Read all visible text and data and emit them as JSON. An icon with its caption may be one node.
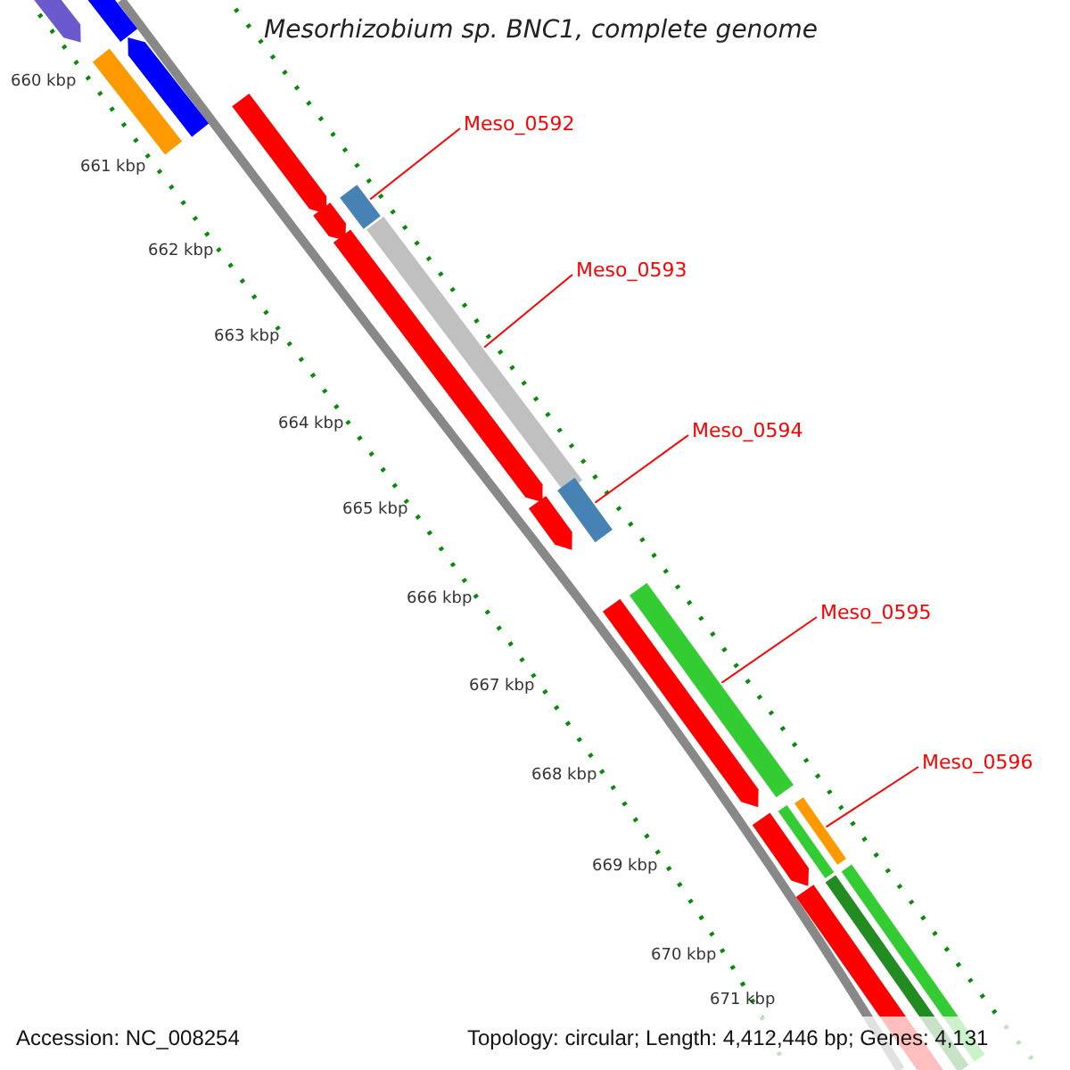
{
  "diagram": {
    "title": "Mesorhizobium sp. BNC1, complete genome",
    "nodes": [
      {
        "text": [
          "Meso_0592"
        ]
      },
      {
        "text": [
          "Meso_0593"
        ]
      },
      {
        "text": [
          "Meso_0594"
        ]
      },
      {
        "text": [
          "Meso_0595"
        ]
      },
      {
        "text": [
          "Meso_0596"
        ]
      },
      {
        "text": [],
        "shape": "bar"
      },
      {
        "text": [],
        "shape": "bar"
      },
      {
        "text": [],
        "shape": "bar"
      },
      {
        "text": [],
        "shape": "bar"
      },
      {
        "text": [],
        "shape": "bar"
      },
      {
        "text": [],
        "shape": "bar"
      },
      {
        "text": [],
        "shape": "bar"
      },
      {
        "text": [],
        "shape": "bar"
      },
      {
        "text": [],
        "shape": "bar"
      },
      {
        "text": [],
        "shape": "bar"
      },
      {
        "text": [],
        "shape": "bar"
      },
      {
        "text": [],
        "shape": "bar"
      },
      {
        "text": [],
        "shape": "bar"
      },
      {
        "text": [],
        "shape": "bar"
      },
      {
        "text": [],
        "shape": "bar"
      },
      {
        "text": [],
        "shape": "bar"
      },
      {
        "text": [],
        "shape": "bar"
      },
      {
        "text": [],
        "shape": "bar"
      },
      {
        "text": [],
        "shape": "bar"
      }
    ],
    "edges": [
      {
        "from": 0,
        "to": 11,
        "arrow": "none"
      },
      {
        "from": 1,
        "to": 12,
        "arrow": "none"
      },
      {
        "from": 2,
        "to": 14,
        "arrow": "none"
      },
      {
        "from": 3,
        "to": 16,
        "arrow": "none"
      },
      {
        "from": 4,
        "to": 20,
        "arrow": "none"
      }
    ],
    "labels": [
      "660 kbp",
      "661 kbp",
      "662 kbp",
      "663 kbp",
      "664 kbp",
      "665 kbp",
      "666 kbp",
      "667 kbp",
      "668 kbp",
      "669 kbp",
      "670 kbp",
      "671 kbp",
      "Accession: NC_008254",
      "Topology: circular; Length: 4,412,446 bp; Genes: 4,131"
    ]
  }
}
